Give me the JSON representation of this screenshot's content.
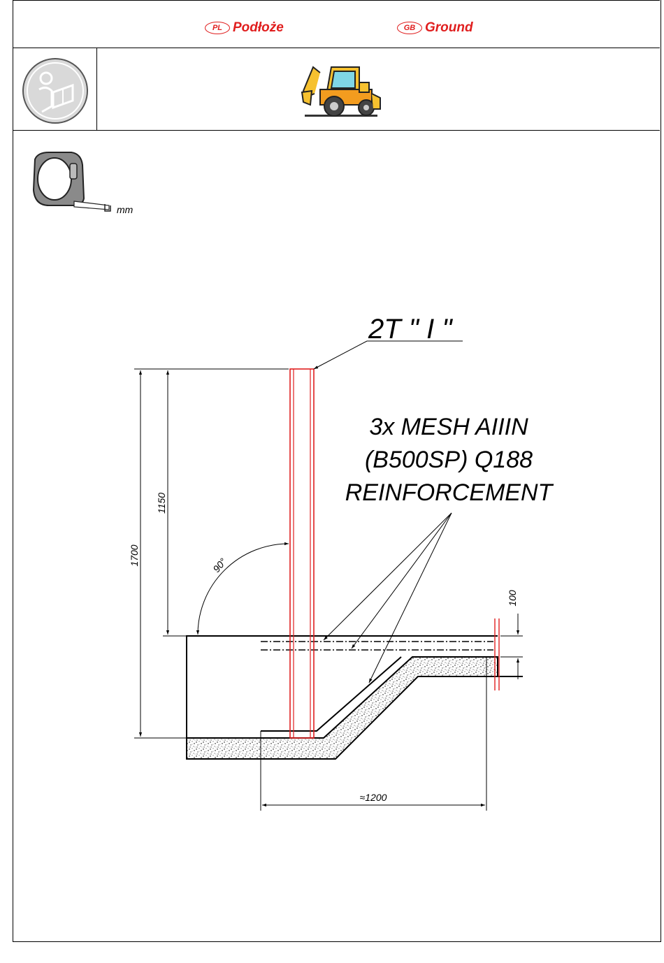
{
  "header": {
    "languages": [
      {
        "code": "PL",
        "label": "Podłoże"
      },
      {
        "code": "GB",
        "label": "Ground"
      }
    ]
  },
  "icons": {
    "manual": "read-manual-icon",
    "machine": "backhoe-loader-icon",
    "tape": "tape-measure-icon"
  },
  "units_label": "mm",
  "colors": {
    "accent": "#e01e1e",
    "line": "#000000",
    "machine_yellow": "#f6c12f",
    "machine_orange": "#f39c1f"
  },
  "drawing": {
    "beam_label": "2T \" I \"",
    "mesh_label": [
      "3x MESH AIIIN",
      "(B500SP) Q188",
      "REINFORCEMENT"
    ],
    "dimensions": {
      "total_height": "1700",
      "post_height": "1150",
      "angle": "90°",
      "slab_thickness": "100",
      "width": "≈1200"
    }
  }
}
